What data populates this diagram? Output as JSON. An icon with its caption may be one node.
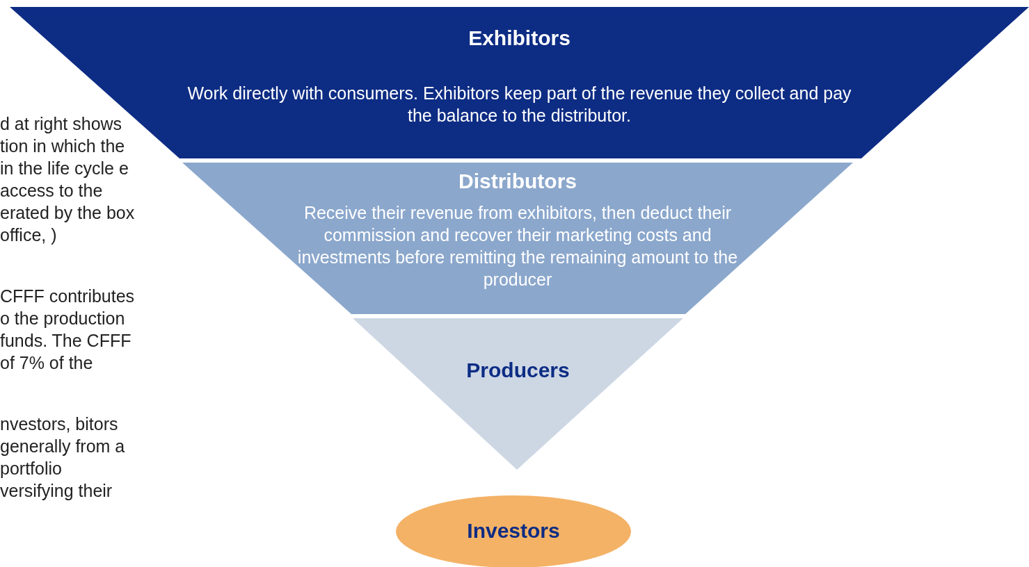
{
  "diagram": {
    "nodes": [
      {
        "text": [
          "Exhibitors",
          "Work directly with consumers. Exhibitors keep part of the revenue they collect and pay the balance to the distributor."
        ]
      },
      {
        "text": [
          "Distributors",
          "Receive their revenue from exhibitors, then deduct their commission and recover their marketing costs and investments before remitting the remaining amount to the producer"
        ]
      },
      {
        "text": [
          "Producers"
        ]
      },
      {
        "text": [
          "Investors"
        ]
      }
    ],
    "labels": [
      "d at right shows tion in which the in the life cycle e access to the erated by the box office, )",
      "CFFF contributes o the production funds.  The CFFF of 7% of the",
      "nvestors, bitors generally from a portfolio versifying their"
    ]
  }
}
